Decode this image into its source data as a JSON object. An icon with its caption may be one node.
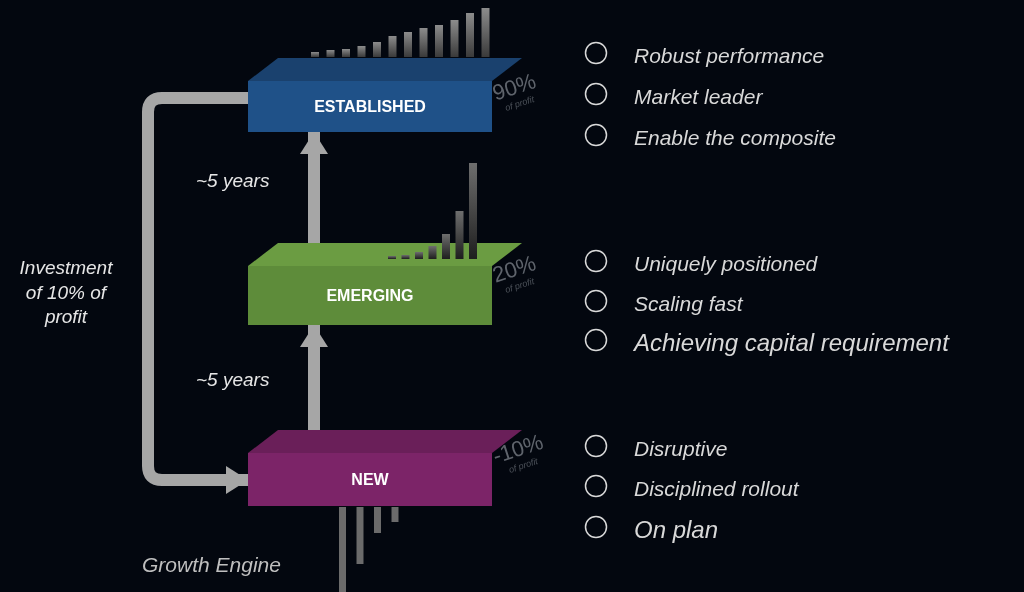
{
  "diagram": {
    "caption": "Growth Engine",
    "nodes": [
      {
        "text": [
          "ESTABLISHED"
        ],
        "beside": [
          "90%",
          "of profit"
        ]
      },
      {
        "text": [
          "EMERGING"
        ],
        "beside": [
          "20%",
          "of profit"
        ]
      },
      {
        "text": [
          "NEW"
        ],
        "beside": [
          "-10%",
          "of profit"
        ]
      }
    ],
    "edges": [
      {
        "from": 2,
        "to": 1,
        "arrow": "to",
        "label": "~5 years"
      },
      {
        "from": 1,
        "to": 0,
        "arrow": "to",
        "label": "~5 years"
      },
      {
        "from": 0,
        "to": 2,
        "arrow": "to",
        "label": "Investment of 10% of profit"
      }
    ],
    "labels": [
      "Robust performance",
      "Market leader",
      "Enable the composite",
      "Uniquely positioned",
      "Scaling fast",
      "Achieving capital requirement",
      "Disruptive",
      "Disciplined rollout",
      "On plan"
    ]
  }
}
